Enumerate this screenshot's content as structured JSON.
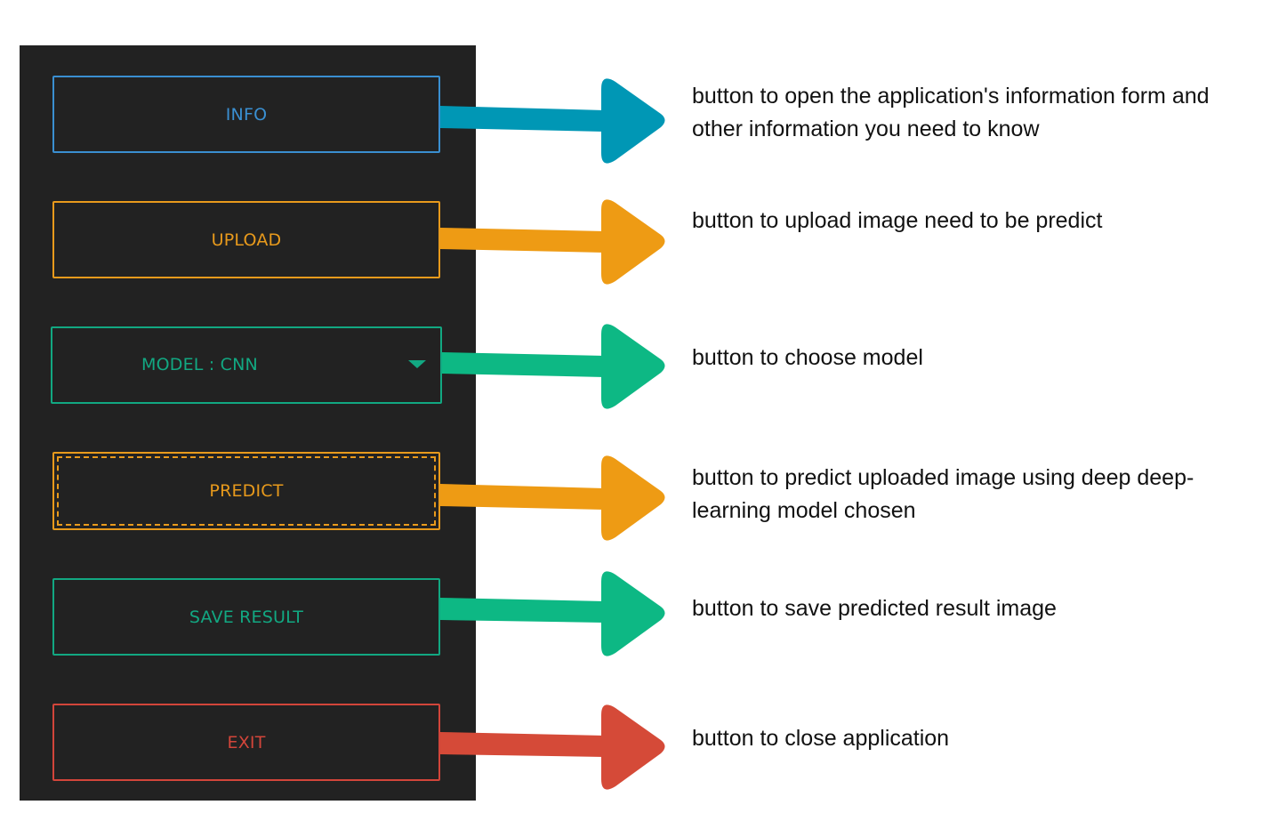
{
  "colors": {
    "panel": "#222222",
    "info": "#3a8fd1",
    "upload": "#e89a1c",
    "model": "#12a882",
    "predict": "#e89a1c",
    "save": "#12a882",
    "exit": "#d2453a",
    "arrow_info": "#0097b5",
    "arrow_upload": "#ee9b14",
    "arrow_model": "#0db884",
    "arrow_predict": "#ee9b14",
    "arrow_save": "#0db884",
    "arrow_exit": "#d54a38"
  },
  "buttons": {
    "info": "INFO",
    "upload": "UPLOAD",
    "model": "MODEL : CNN",
    "model_icon": "caret-down-icon",
    "predict": "PREDICT",
    "save": "SAVE RESULT",
    "exit": "EXIT"
  },
  "descriptions": {
    "info": "button to open the application's information form and other information you need to know",
    "upload": "button to upload image need to be predict",
    "model": "button to choose model",
    "predict": "button to predict uploaded image using deep deep-learning model chosen",
    "save": "button to save predicted result image",
    "exit": "button to close application"
  }
}
